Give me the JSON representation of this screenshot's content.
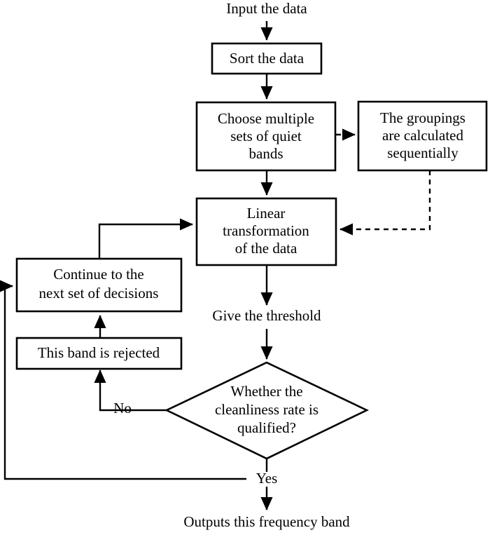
{
  "diagram": {
    "title": "Quiet frequency band selection flowchart",
    "type": "flowchart",
    "colors": {
      "background": "#ffffff",
      "stroke": "#000000",
      "fill": "#ffffff",
      "text": "#000000"
    },
    "nodes": [
      {
        "id": "input-the-data",
        "shape": "text",
        "lines": [
          "Input the data"
        ],
        "text": "Input the data"
      },
      {
        "id": "sort-the-data",
        "shape": "rect",
        "lines": [
          "Sort the data"
        ],
        "text": "Sort the data"
      },
      {
        "id": "choose-multiple-sets-of-quiet-bands",
        "shape": "rect",
        "lines": [
          "Choose multiple",
          "sets of quiet",
          "bands"
        ],
        "text": "Choose multiple sets of quiet bands"
      },
      {
        "id": "groupings-are-calculated-sequentially",
        "shape": "rect",
        "lines": [
          "The groupings",
          "are calculated",
          "sequentially"
        ],
        "text": "The groupings are calculated sequentially"
      },
      {
        "id": "linear-transformation-of-the-data",
        "shape": "rect",
        "lines": [
          "Linear",
          "transformation",
          "of the data"
        ],
        "text": "Linear transformation of the data"
      },
      {
        "id": "continue-to-the-next-set-of-decisions",
        "shape": "rect",
        "lines": [
          "Continue to the",
          "next set of decisions"
        ],
        "text": "Continue to the next set of decisions"
      },
      {
        "id": "this-band-is-rejected",
        "shape": "rect",
        "lines": [
          "This band is rejected"
        ],
        "text": "This band is rejected"
      },
      {
        "id": "give-the-threshold",
        "shape": "text",
        "lines": [
          "Give the threshold"
        ],
        "text": "Give the threshold"
      },
      {
        "id": "whether-the-cleanliness-rate-is-qualified",
        "shape": "diamond",
        "lines": [
          "Whether the",
          "cleanliness rate is",
          "qualified?"
        ],
        "text": "Whether the cleanliness rate is qualified?"
      },
      {
        "id": "outputs-this-frequency-band",
        "shape": "text",
        "lines": [
          "Outputs this frequency band"
        ],
        "text": "Outputs this frequency band"
      }
    ],
    "edge_labels": {
      "no": "No",
      "yes": "Yes"
    },
    "edges": [
      {
        "from": "input-the-data",
        "to": "sort-the-data",
        "style": "solid"
      },
      {
        "from": "sort-the-data",
        "to": "choose-multiple-sets-of-quiet-bands",
        "style": "solid"
      },
      {
        "from": "choose-multiple-sets-of-quiet-bands",
        "to": "groupings-are-calculated-sequentially",
        "style": "dashed"
      },
      {
        "from": "choose-multiple-sets-of-quiet-bands",
        "to": "linear-transformation-of-the-data",
        "style": "solid"
      },
      {
        "from": "groupings-are-calculated-sequentially",
        "to": "linear-transformation-of-the-data",
        "style": "dashed"
      },
      {
        "from": "linear-transformation-of-the-data",
        "to": "whether-the-cleanliness-rate-is-qualified",
        "style": "solid"
      },
      {
        "from": "whether-the-cleanliness-rate-is-qualified",
        "to": "this-band-is-rejected",
        "style": "solid",
        "label": "No"
      },
      {
        "from": "this-band-is-rejected",
        "to": "continue-to-the-next-set-of-decisions",
        "style": "solid"
      },
      {
        "from": "continue-to-the-next-set-of-decisions",
        "to": "linear-transformation-of-the-data",
        "style": "solid"
      },
      {
        "from": "whether-the-cleanliness-rate-is-qualified",
        "to": "outputs-this-frequency-band",
        "style": "solid",
        "label": "Yes"
      },
      {
        "from": "whether-the-cleanliness-rate-is-qualified",
        "to": "continue-to-the-next-set-of-decisions",
        "style": "solid"
      }
    ]
  }
}
